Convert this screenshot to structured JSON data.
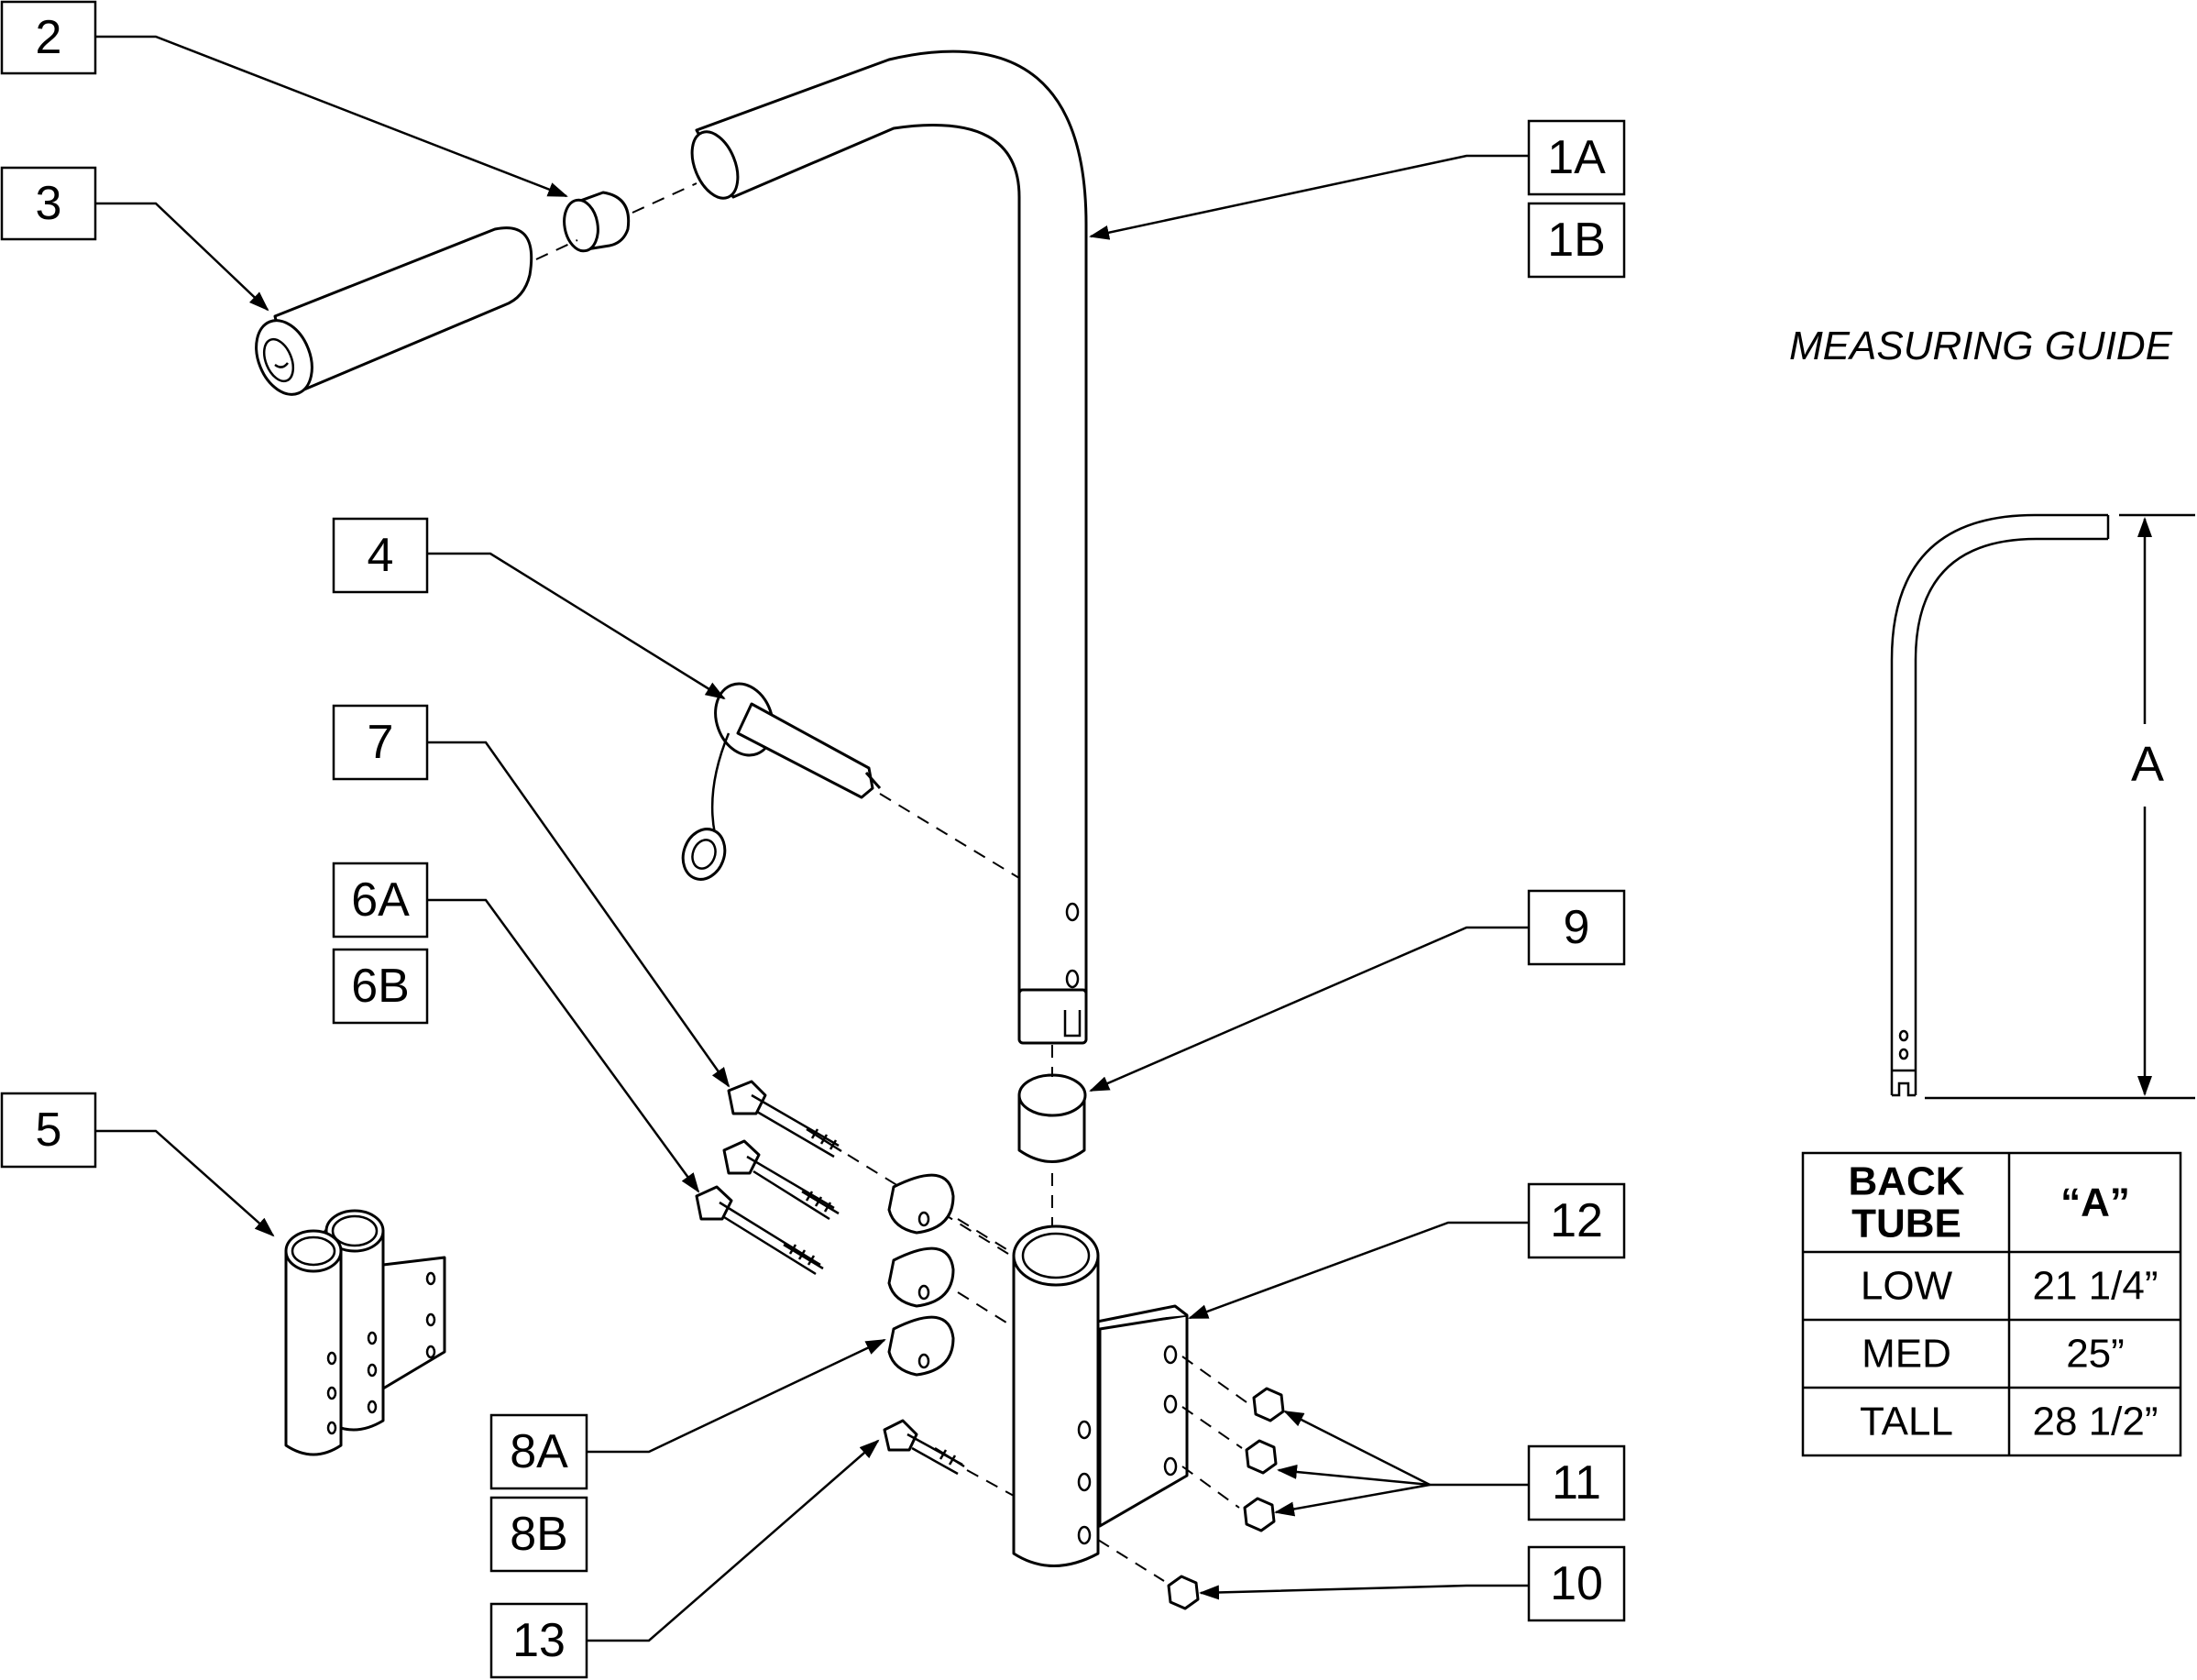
{
  "callouts": {
    "c2": "2",
    "c3": "3",
    "c1a": "1A",
    "c1b": "1B",
    "c4": "4",
    "c7": "7",
    "c6a": "6A",
    "c6b": "6B",
    "c5": "5",
    "c9": "9",
    "c12": "12",
    "c8a": "8A",
    "c8b": "8B",
    "c11": "11",
    "c13": "13",
    "c10": "10"
  },
  "measuring_guide": {
    "title": "MEASURING GUIDE",
    "dimension_label": "A"
  },
  "table": {
    "headers": [
      [
        "BACK",
        "TUBE"
      ],
      [
        "“A”"
      ]
    ],
    "rows": [
      {
        "tube": "LOW",
        "a": "21 1/4”"
      },
      {
        "tube": "MED",
        "a": "25”"
      },
      {
        "tube": "TALL",
        "a": "28 1/2”"
      }
    ]
  }
}
